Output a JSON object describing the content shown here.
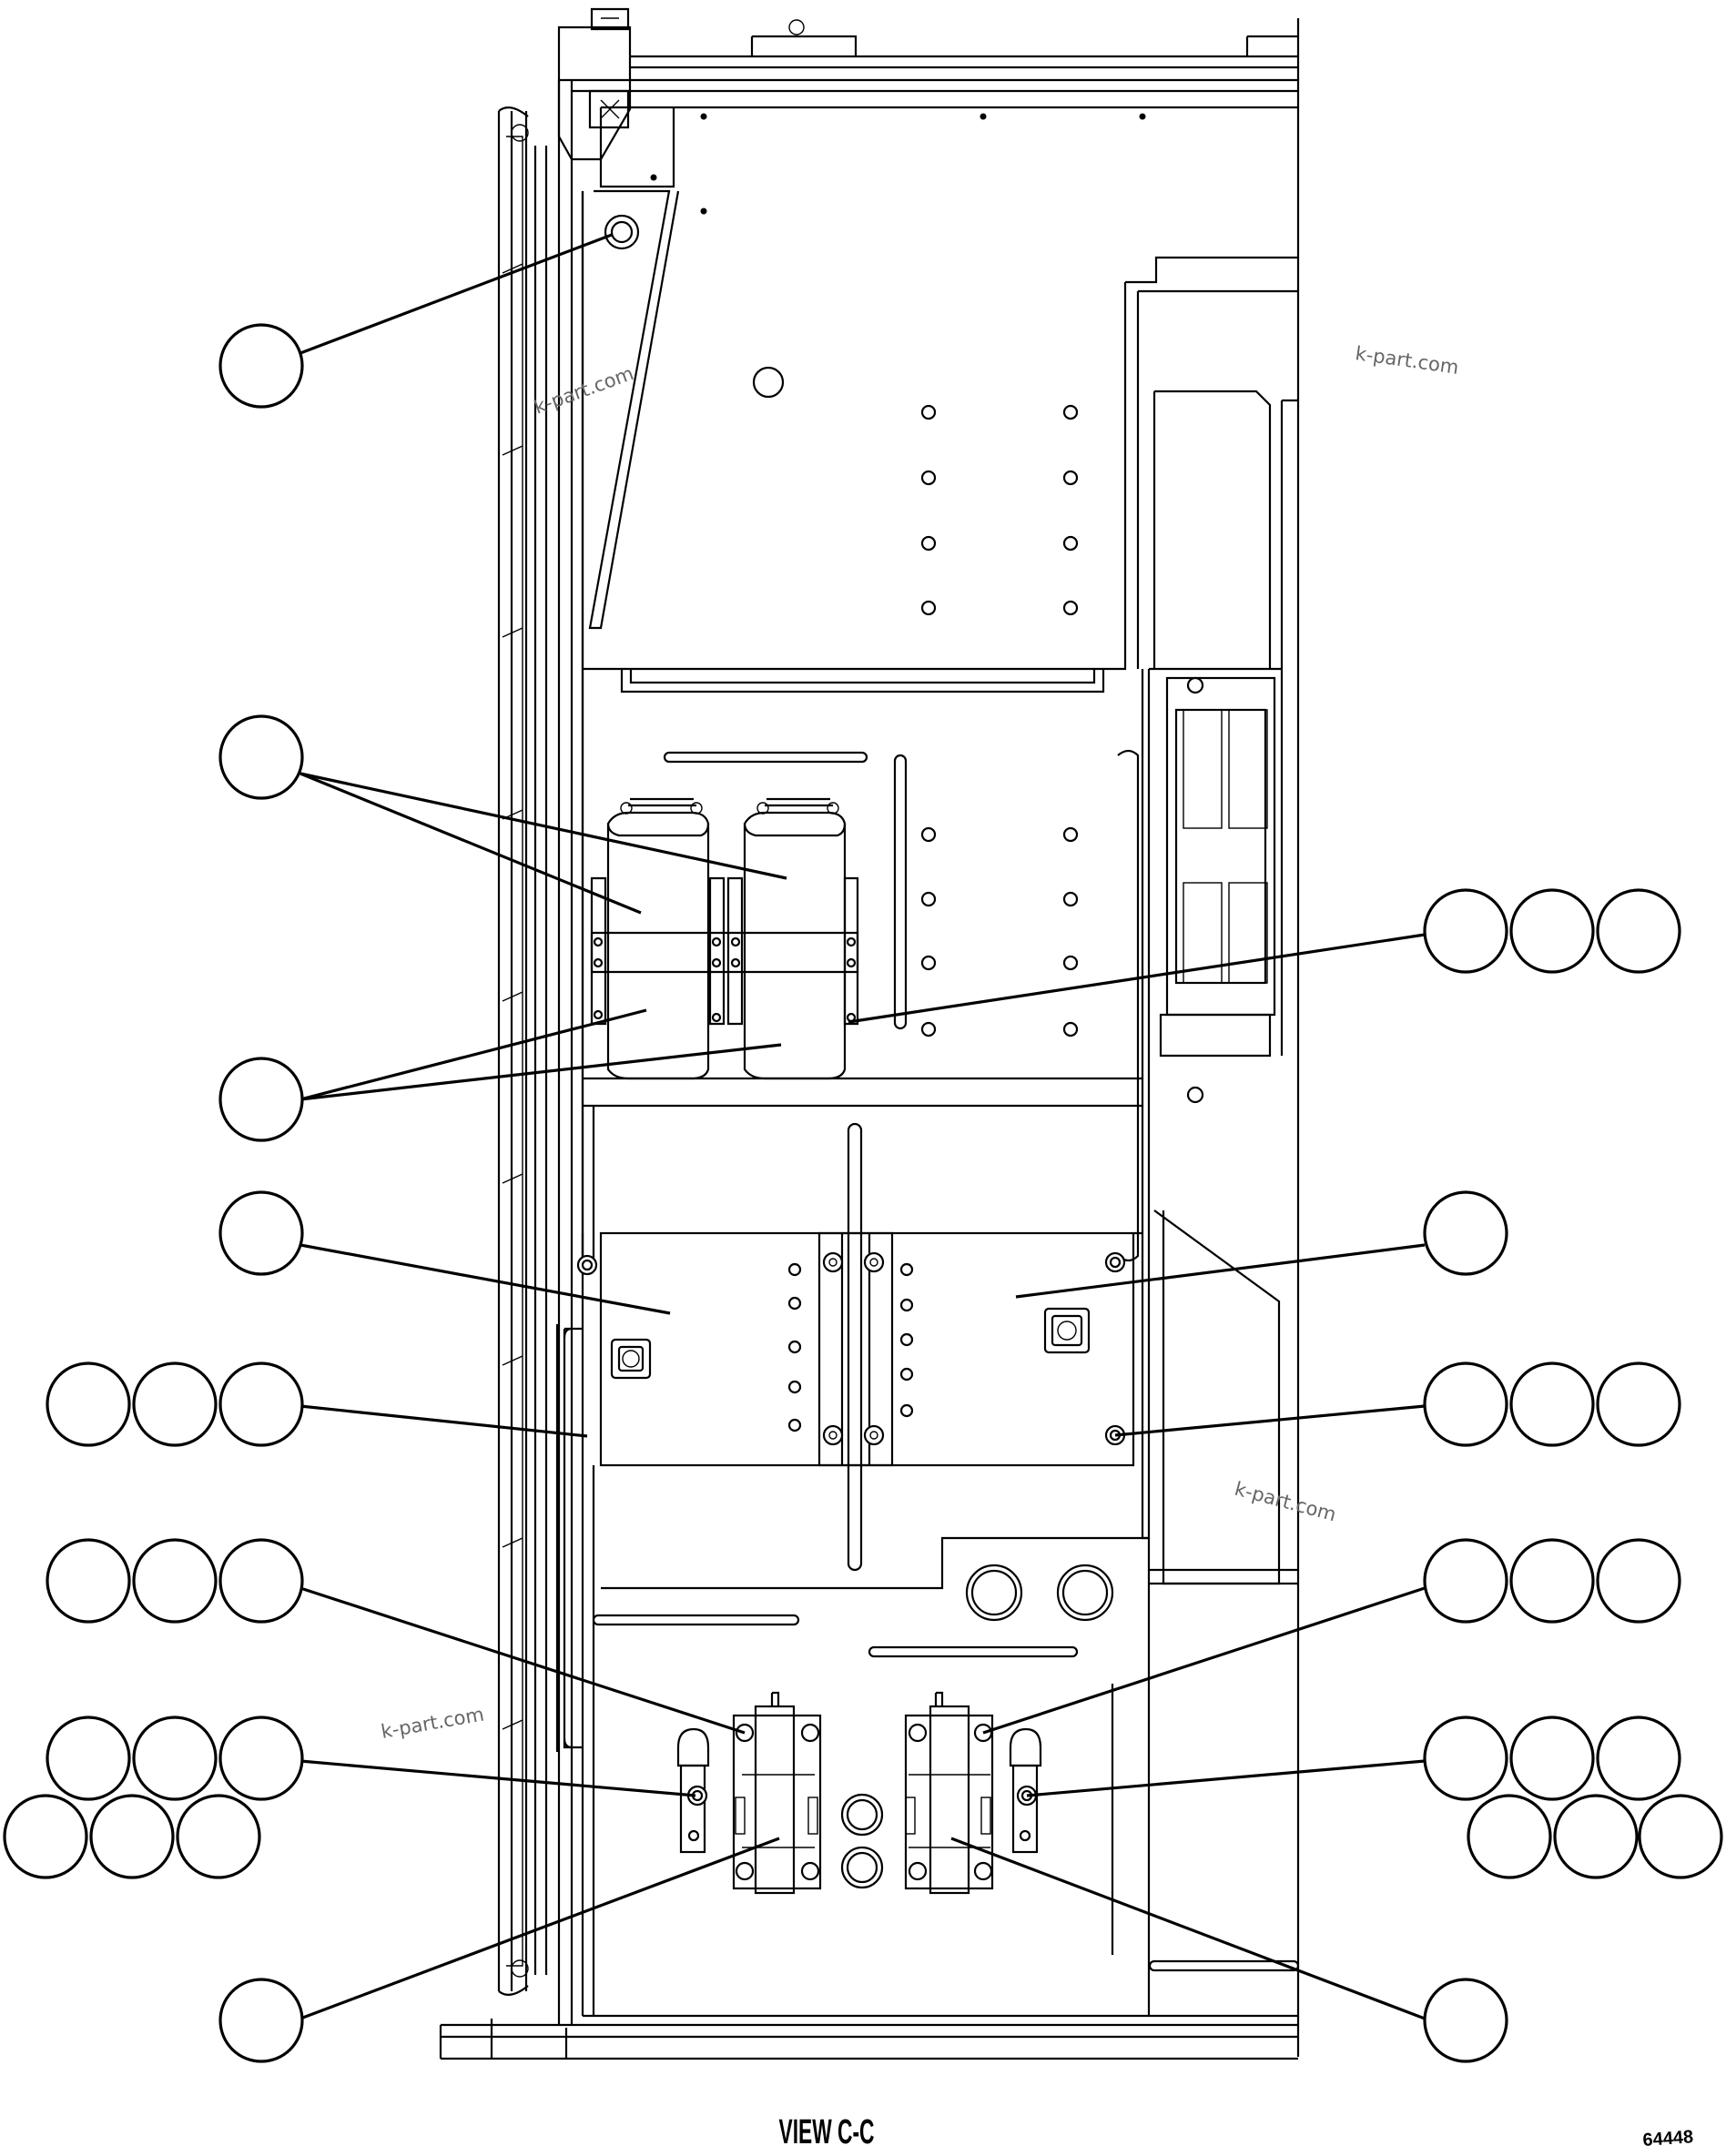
{
  "view_title": "VIEW C-C",
  "drawing_number": "64448",
  "watermark": "k-part.com"
}
